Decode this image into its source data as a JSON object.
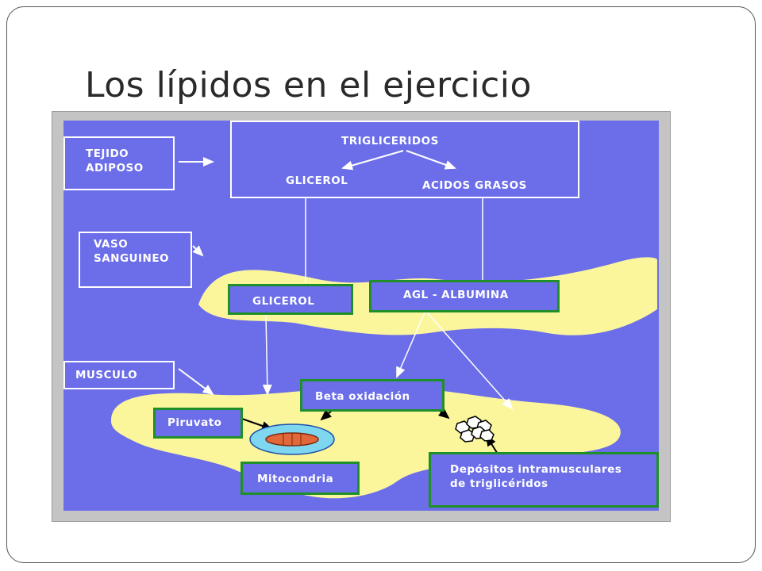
{
  "slide": {
    "title": "Los lípidos en el ejercicio"
  },
  "diagram": {
    "labels": {
      "tejido_adiposo": "TEJIDO\nADIPOSO",
      "trigliceridos": "TRIGLICERIDOS",
      "glicerol_top": "GLICEROL",
      "acidos_grasos": "ACIDOS GRASOS",
      "vaso_sanguineo": "VASO\nSANGUINEO",
      "glicerol_vessel": "GLICEROL",
      "agl_albumina": "AGL - ALBUMINA",
      "musculo": "MUSCULO",
      "beta_oxidacion": "Beta oxidación",
      "piruvato": "Piruvato",
      "mitocondria": "Mitocondria",
      "depositos": "Depósitos intramusculares\n   de triglicéridos"
    },
    "colors": {
      "background": "#6b6ee8",
      "region_fill": "#fbf69c",
      "box_border_green": "#1f8f2a",
      "box_border_white": "#ffffff",
      "mitochondria_outer": "#7fd6ef",
      "mitochondria_inner": "#e2683a",
      "arrow_black": "#000000",
      "arrow_white": "#ffffff"
    }
  }
}
